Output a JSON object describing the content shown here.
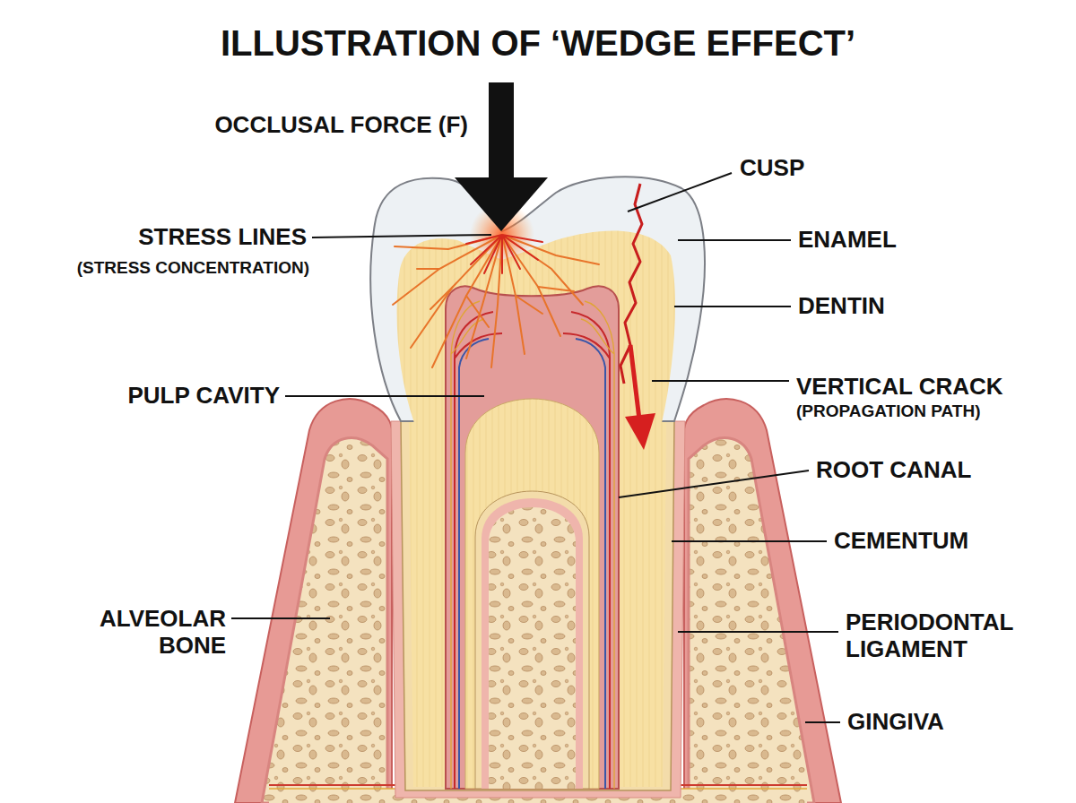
{
  "diagram": {
    "title": "ILLUSTRATION OF ‘WEDGE EFFECT’",
    "labels": [
      "OCCLUSAL FORCE (F)",
      "CUSP",
      "STRESS LINES",
      "(STRESS CONCENTRATION)",
      "ENAMEL",
      "DENTIN",
      "PULP CAVITY",
      "VERTICAL CRACK",
      "(PROPAGATION PATH)",
      "ROOT CANAL",
      "CEMENTUM",
      "ALVEOLAR BONE",
      "PERIODONTAL LIGAMENT",
      "GINGIVA"
    ]
  }
}
